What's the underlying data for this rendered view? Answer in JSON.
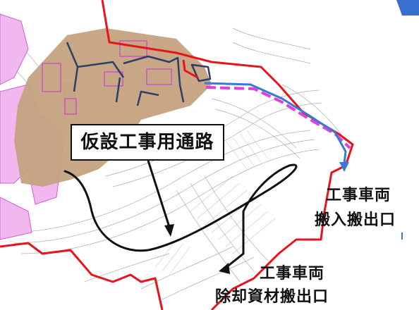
{
  "labels": {
    "temporary_road": "仮設工事用通路",
    "entrance_line1": "工事車両",
    "entrance_line2": "搬入搬出口",
    "removal_line1": "工事車両",
    "removal_line2": "除却資材搬出口"
  },
  "colors": {
    "boundary_red": "#e8141c",
    "route_magenta": "#e040e0",
    "route_blue": "#3a78d8",
    "building_outline_navy": "#2e3f66",
    "road_black": "#111111",
    "fill_tan": "#c4a27e",
    "fill_pink": "#f0b8ee",
    "contour_gray": "#9a9a9a",
    "corner_blue": "#3a6fd0"
  }
}
